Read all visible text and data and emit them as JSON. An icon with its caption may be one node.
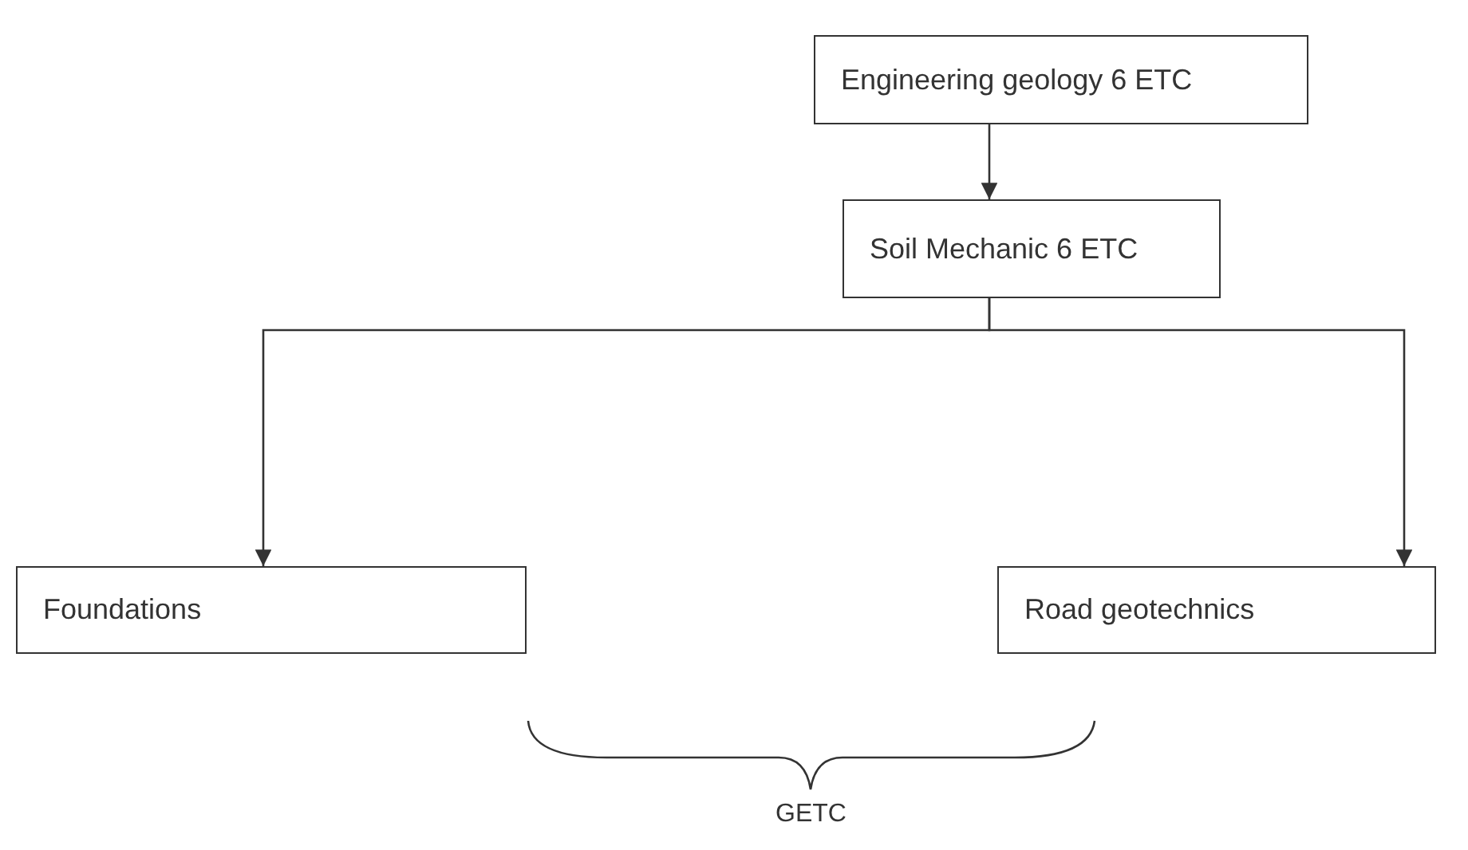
{
  "diagram": {
    "nodes": [
      {
        "text": [
          "Engineering geology 6 ETC"
        ]
      },
      {
        "text": [
          "Soil Mechanic 6 ETC"
        ]
      },
      {
        "text": [
          "Foundations"
        ]
      },
      {
        "text": [
          "Road geotechnics"
        ]
      }
    ],
    "edges": [
      {
        "from": 0,
        "to": 1,
        "arrow": "to"
      },
      {
        "from": 1,
        "to": 2,
        "arrow": "to"
      },
      {
        "from": 1,
        "to": 3,
        "arrow": "to"
      }
    ],
    "labels": [
      "GETC"
    ]
  }
}
